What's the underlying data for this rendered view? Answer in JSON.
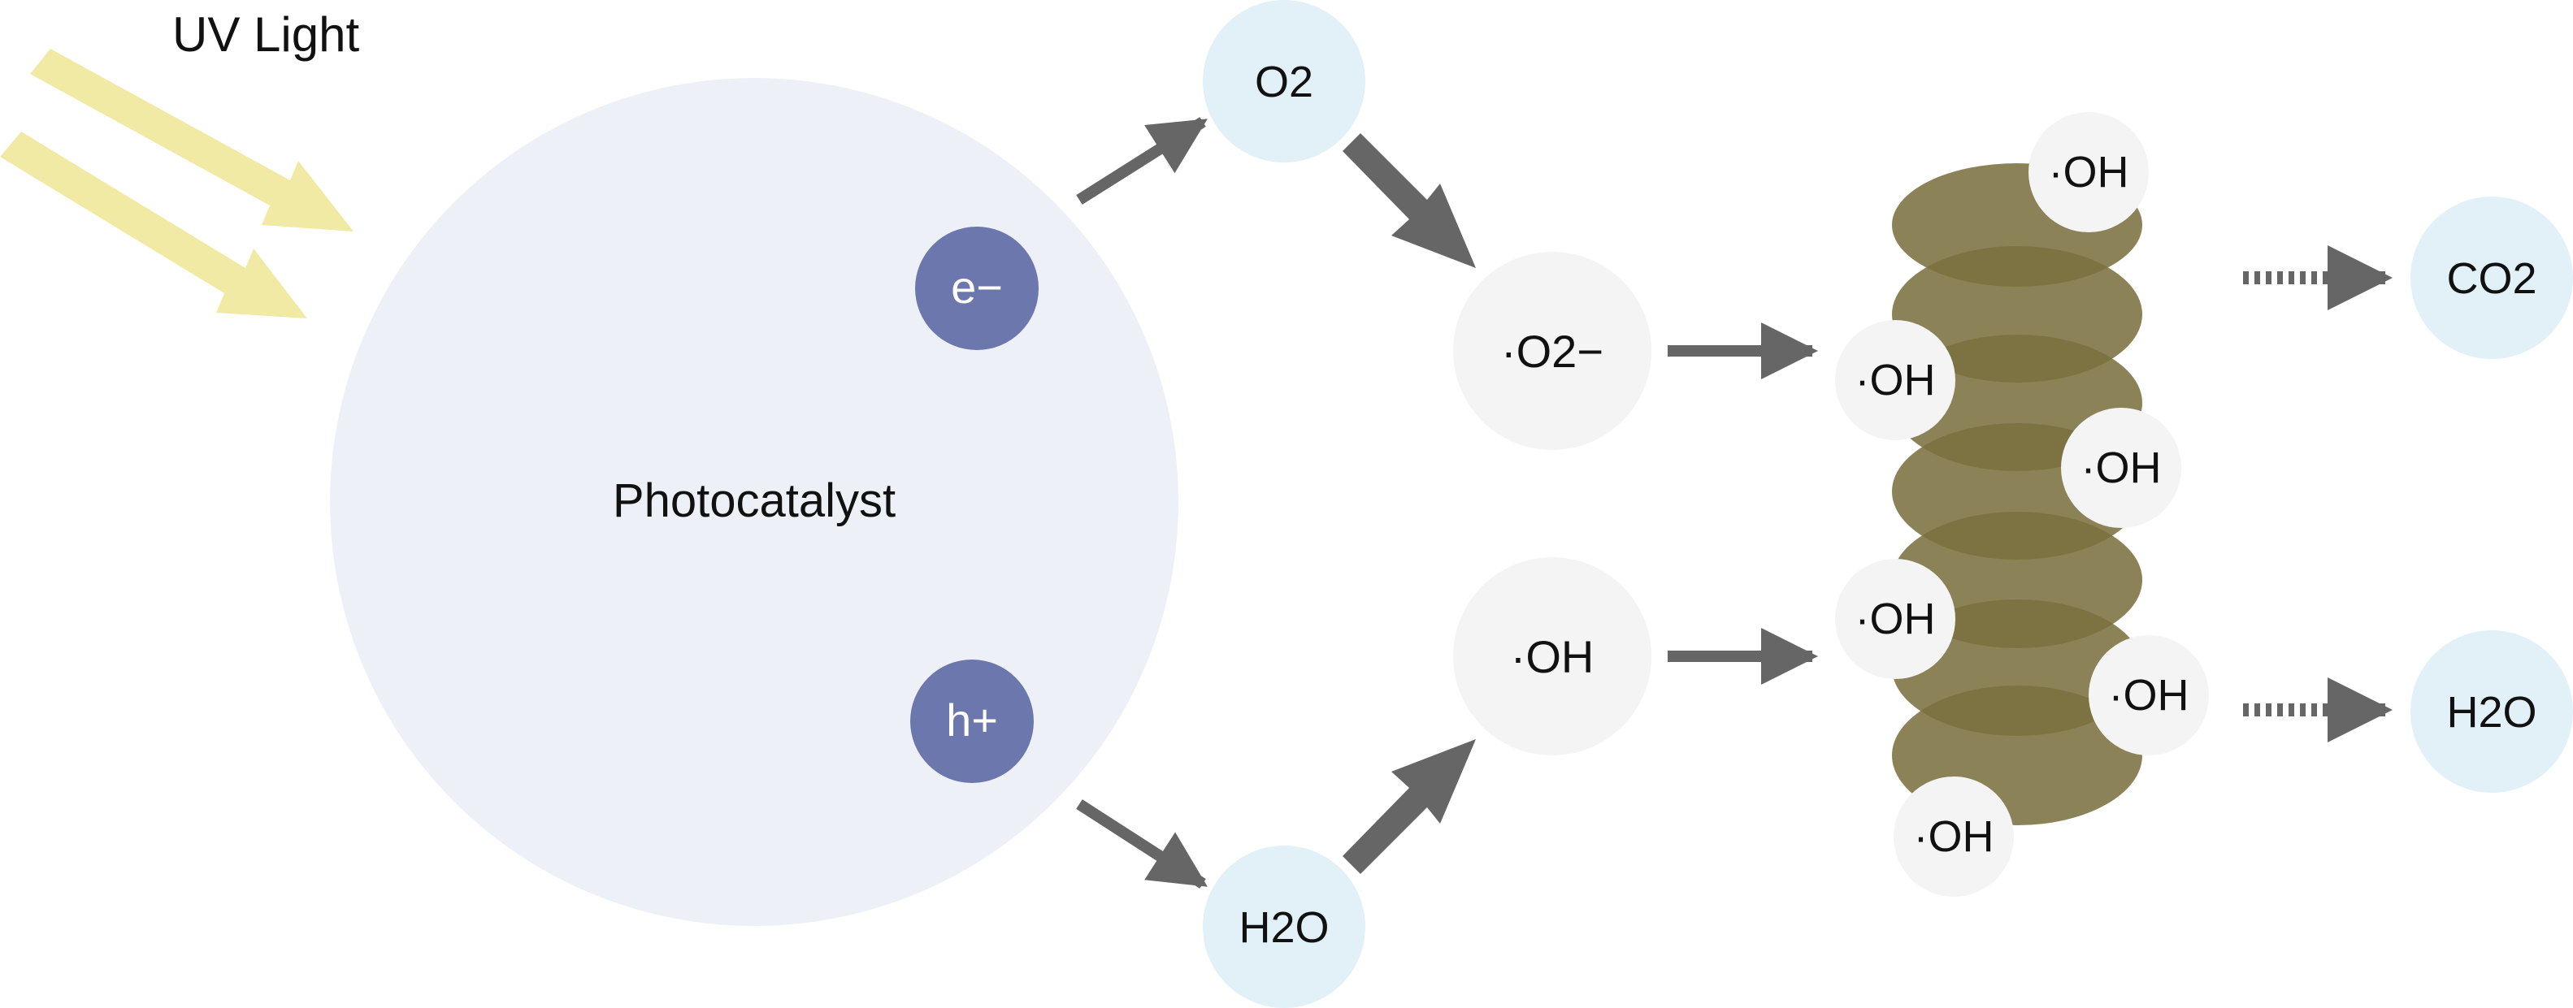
{
  "diagram": {
    "uv_label": "UV Light",
    "catalyst_label": "Photocatalyst",
    "electron_label": "e−",
    "hole_label": "h+",
    "oxygen_label": "O2",
    "superoxide_label": "·O2−",
    "water_in_label": "H2O",
    "hydroxyl_label": "·OH",
    "radical_labels": [
      "·OH",
      "·OH",
      "·OH",
      "·OH",
      "·OH",
      "·OH"
    ],
    "product_co2_label": "CO2",
    "product_h2o_label": "H2O"
  },
  "colors": {
    "uv_light": "#f1eaa4",
    "catalyst": "#eef0f8",
    "charge_carrier": "#6b77ad",
    "molecule": "#e2f0f8",
    "radical": "#f4f4f4",
    "pollutant": "#8b8155",
    "pollutant_overlap": "#6b6131",
    "arrow": "#666666"
  }
}
